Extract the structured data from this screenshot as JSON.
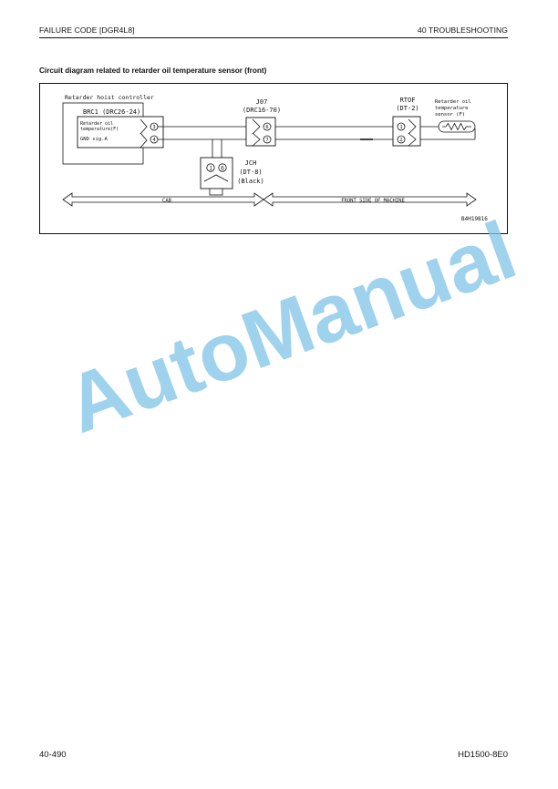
{
  "header": {
    "left": "FAILURE CODE [DGR4L8]",
    "right": "40 TROUBLESHOOTING"
  },
  "section_title": "Circuit diagram related to retarder oil temperature sensor (front)",
  "diagram": {
    "controller_title": "Retarder hoist controller",
    "brc1_label": "BRC1 (DRC26-24)",
    "brc1_signal1": "Retarder oil",
    "brc1_signal1b": "temperature(F)",
    "brc1_signal2": "GND sig.A",
    "brc1_pin1": "3",
    "brc1_pin2": "4",
    "j07_label": "J07",
    "j07_type": "(DRC16-70)",
    "j07_pin1": "6",
    "j07_pin2": "7",
    "rtof_label": "RTOF",
    "rtof_type": "(DT-2)",
    "rtof_pin1": "1",
    "rtof_pin2": "2",
    "sensor_line1": "Retarder oil",
    "sensor_line2": "temperature",
    "sensor_line3": "sensor (F)",
    "jch_label": "JCH",
    "jch_type": "(DT-8)",
    "jch_color": "(Black)",
    "jch_pin1": "1",
    "jch_pin2": "6",
    "cab_label": "CAB",
    "front_label": "FRONT SIDE OF MACHINE",
    "drawing_code": "B4H19816"
  },
  "watermark": "AutoManual",
  "footer": {
    "left": "40-490",
    "right": "HD1500-8E0"
  }
}
